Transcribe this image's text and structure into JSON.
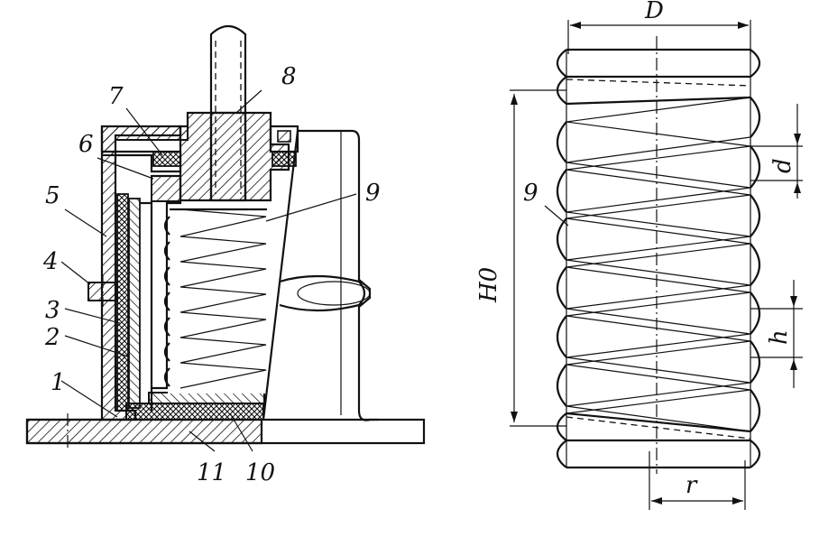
{
  "left_figure": {
    "part_labels": {
      "p1": "1",
      "p2": "2",
      "p3": "3",
      "p4": "4",
      "p5": "5",
      "p6": "6",
      "p7": "7",
      "p8": "8",
      "p9": "9",
      "p10": "10",
      "p11": "11"
    }
  },
  "right_figure": {
    "spring_label": "9",
    "dim_D": "D",
    "dim_d": "d",
    "dim_H0": "H0",
    "dim_h": "h",
    "dim_r": "r"
  }
}
